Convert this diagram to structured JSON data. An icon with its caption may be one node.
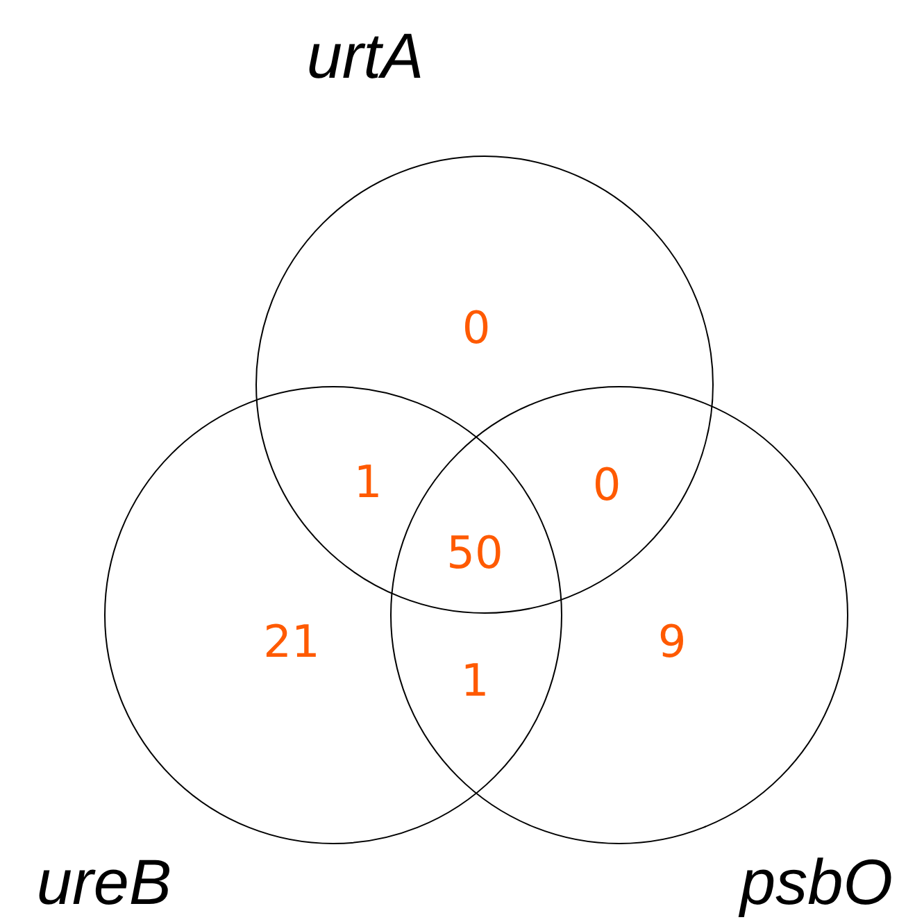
{
  "diagram": {
    "nodes": [
      {
        "text": [
          "urtA"
        ]
      },
      {
        "text": [
          "ureB"
        ]
      },
      {
        "text": [
          "psbO"
        ]
      }
    ],
    "labels": [
      "0",
      "1",
      "0",
      "50",
      "21",
      "9",
      "1"
    ]
  }
}
